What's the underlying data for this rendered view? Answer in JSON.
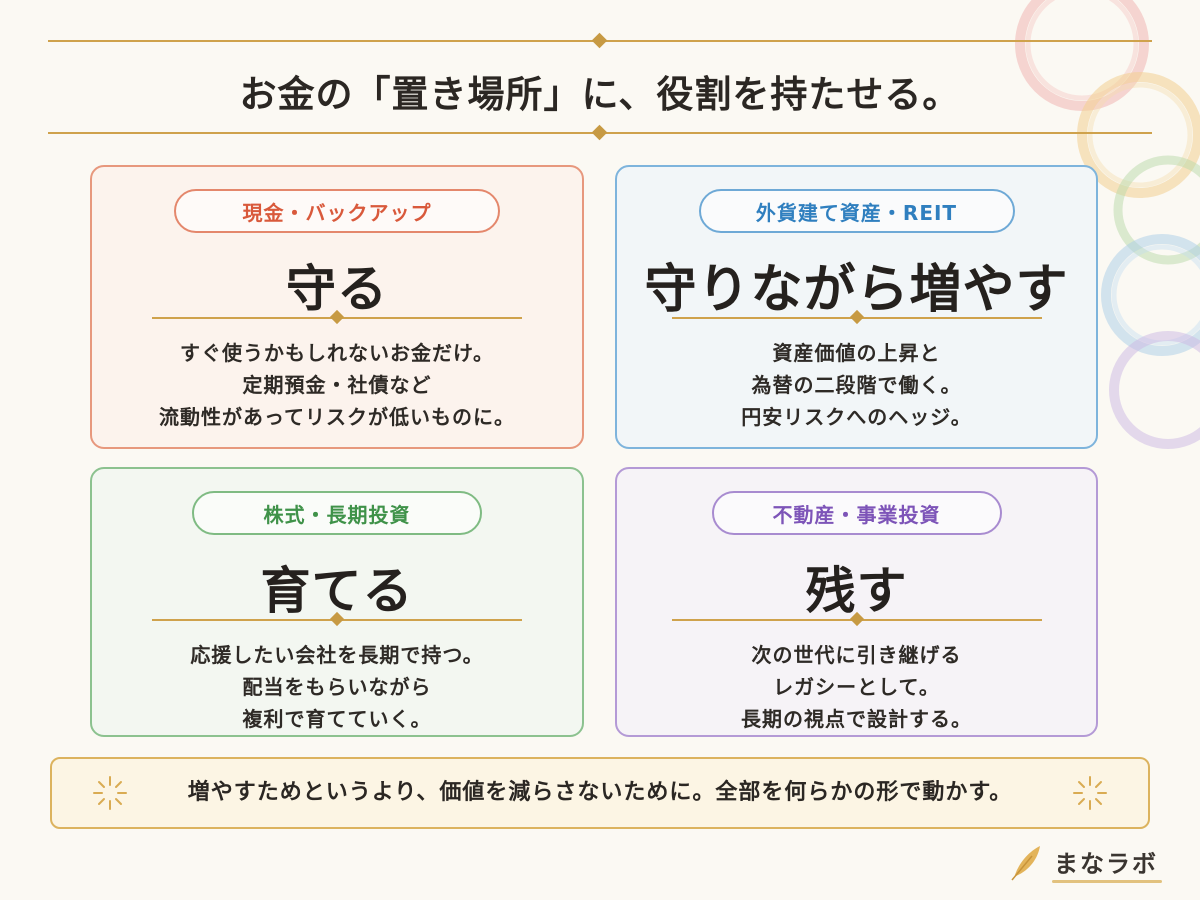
{
  "title": "お金の「置き場所」に、役割を持たせる。",
  "colors": {
    "gold": "#cfa24c",
    "red": "#d9593b",
    "blue": "#2f7fbf",
    "green": "#3f9249",
    "purple": "#7d54b8"
  },
  "cards": [
    {
      "tag": "現金・バックアップ",
      "headline": "守る",
      "lines": [
        "すぐ使うかもしれないお金だけ。",
        "定期預金・社債など",
        "流動性があってリスクが低いものに。"
      ]
    },
    {
      "tag": "外貨建て資産・REIT",
      "headline": "守りながら増やす",
      "lines": [
        "資産価値の上昇と",
        "為替の二段階で働く。",
        "円安リスクへのヘッジ。"
      ]
    },
    {
      "tag": "株式・長期投資",
      "headline": "育てる",
      "lines": [
        "応援したい会社を長期で持つ。",
        "配当をもらいながら",
        "複利で育てていく。"
      ]
    },
    {
      "tag": "不動産・事業投資",
      "headline": "残す",
      "lines": [
        "次の世代に引き継げる",
        "レガシーとして。",
        "長期の視点で設計する。"
      ]
    }
  ],
  "footer": "増やすためというより、価値を減らさないために。全部を何らかの形で動かす。",
  "logo": {
    "text": "まなラボ",
    "icon": "feather-icon"
  },
  "decorations": [
    "gold-rule",
    "diamond",
    "sparkle-burst-icon",
    "brush-ring"
  ]
}
